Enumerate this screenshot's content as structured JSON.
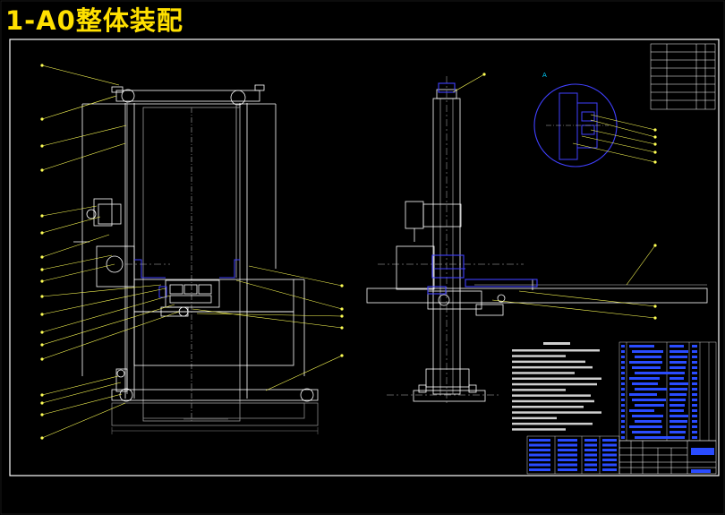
{
  "title": "1-A0整体装配",
  "colors": {
    "background": "#000000",
    "title": "#ffe000",
    "frame": "#ffffff",
    "leader": "#ffff55",
    "part": "#4040ff",
    "table": "#2a4cff",
    "centerline": "#d0d0d0"
  },
  "drawing": {
    "views": [
      "front-view",
      "side-view",
      "detail-view",
      "parts-table",
      "technical-notes",
      "title-block"
    ]
  }
}
